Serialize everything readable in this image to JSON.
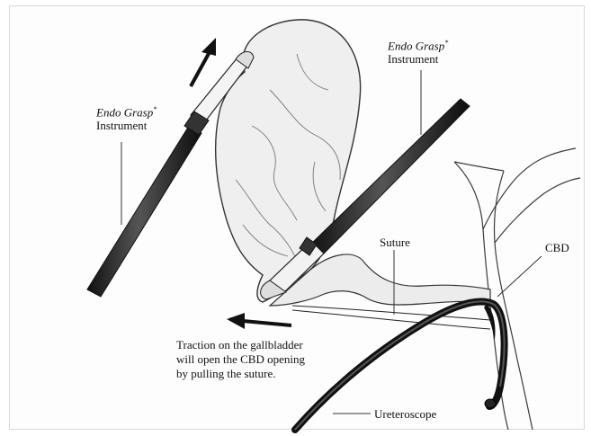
{
  "figure": {
    "labels": {
      "grasp_left": {
        "name": "Endo Grasp",
        "mark": "*",
        "word": "Instrument"
      },
      "grasp_right": {
        "name": "Endo Grasp",
        "mark": "*",
        "word": "Instrument"
      },
      "suture": "Suture",
      "cbd": "CBD",
      "ureteroscope": "Ureteroscope"
    },
    "caption_lines": [
      "Traction on the gallbladder",
      "will open the CBD opening",
      "by pulling the suture."
    ]
  }
}
